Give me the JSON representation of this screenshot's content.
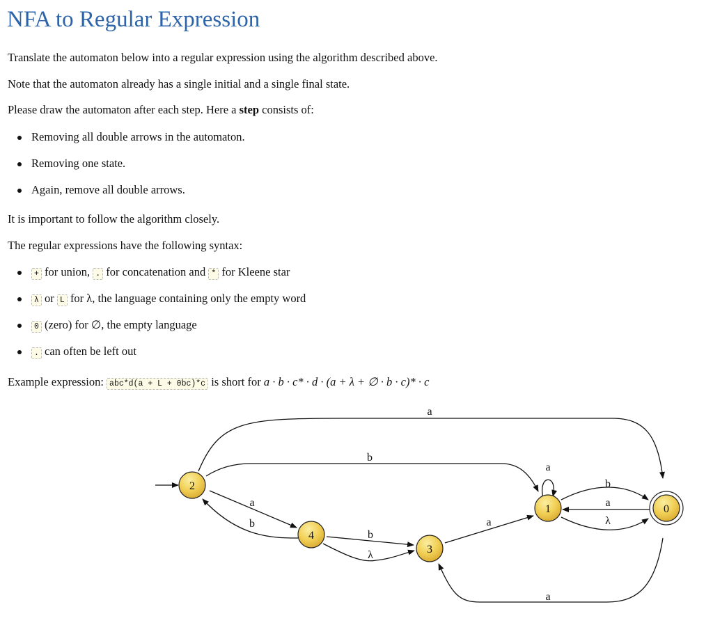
{
  "page": {
    "title": "NFA to Regular Expression",
    "intro1": "Translate the automaton below into a regular expression using the algorithm described above.",
    "intro2": "Note that the automaton already has a single initial and a single final state.",
    "intro3_pre": "Please draw the automaton after each step. Here a ",
    "intro3_bold": "step",
    "intro3_post": " consists of:",
    "steps": [
      "Removing all double arrows in the automaton.",
      "Removing one state.",
      "Again, remove all double arrows."
    ],
    "follow": "It is important to follow the algorithm closely.",
    "syntax_intro": "The regular expressions have the following syntax:",
    "syntax": {
      "union_code": "+",
      "union_text": " for union, ",
      "concat_code": ".",
      "concat_text": " for concatenation and ",
      "star_code": "*",
      "star_text": " for Kleene star",
      "lambda_code": "λ",
      "or_text": " or ",
      "L_code": "L",
      "lambda_text": " for λ, the language containing only the empty word",
      "zero_code": "0",
      "zero_text": " (zero) for ∅, the empty language",
      "dot_code": ".",
      "dot_text": " can often be left out"
    },
    "example_prefix": "Example expression: ",
    "example_code": "abc*d(a + L + 0bc)*c",
    "example_mid": " is short for ",
    "example_math": "a · b · c* · d · (a + λ + ∅ · b · c)* · c"
  },
  "diagram": {
    "states": [
      {
        "id": "2",
        "label": "2",
        "initial": true,
        "final": false
      },
      {
        "id": "4",
        "label": "4",
        "initial": false,
        "final": false
      },
      {
        "id": "3",
        "label": "3",
        "initial": false,
        "final": false
      },
      {
        "id": "1",
        "label": "1",
        "initial": false,
        "final": false
      },
      {
        "id": "0",
        "label": "0",
        "initial": false,
        "final": true
      }
    ],
    "edges": [
      {
        "from": "2",
        "to": "0",
        "label": "a"
      },
      {
        "from": "2",
        "to": "1",
        "label": "b"
      },
      {
        "from": "2",
        "to": "4",
        "label": "a"
      },
      {
        "from": "4",
        "to": "2",
        "label": "b"
      },
      {
        "from": "4",
        "to": "3",
        "label": "b"
      },
      {
        "from": "4",
        "to": "3",
        "label": "λ"
      },
      {
        "from": "3",
        "to": "1",
        "label": "a"
      },
      {
        "from": "1",
        "to": "1",
        "label": "a"
      },
      {
        "from": "1",
        "to": "0",
        "label": "b"
      },
      {
        "from": "0",
        "to": "1",
        "label": "a"
      },
      {
        "from": "1",
        "to": "0",
        "label": "λ"
      },
      {
        "from": "0",
        "to": "3",
        "label": "a"
      }
    ],
    "colors": {
      "state_fill_top": "#f7e07a",
      "state_fill_bottom": "#e2b43a",
      "state_stroke": "#222222",
      "edge": "#111111"
    }
  }
}
